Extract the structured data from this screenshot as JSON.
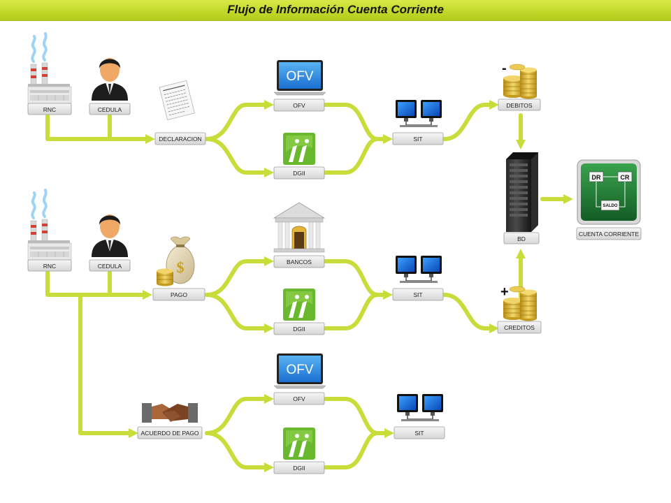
{
  "title": "Flujo de Información Cuenta Corriente",
  "colors": {
    "title_bar": "#c6dc2e",
    "connector": "#c8dc3a",
    "tag_fill": "#e6e6e6",
    "monitor": "#1f78d8",
    "dgii_green": "#6ab82e",
    "cc_green": "#1e7a34"
  },
  "labels": {
    "rnc": "RNC",
    "cedula": "CEDULA",
    "declaracion": "DECLARACION",
    "pago": "PAGO",
    "acuerdo_de_pago": "ACUERDO DE PAGO",
    "ofv": "OFV",
    "dgii": "DGII",
    "bancos": "BANCOS",
    "sit": "SIT",
    "debitos": "DEBITOS",
    "creditos": "CREDITOS",
    "bd": "BD",
    "cuenta_corriente": "CUENTA CORRIENTE"
  },
  "screen_text": {
    "ofv": "OFV"
  },
  "signs": {
    "debit": "-",
    "credit": "+"
  },
  "cuenta_corriente_panel": {
    "dr": "DR",
    "cr": "CR",
    "saldo": "SALDO"
  },
  "icons": {
    "factory": "factory-icon",
    "person": "businessman-icon",
    "document": "tax-document-icon",
    "money_bag": "money-bag-icon",
    "handshake": "handshake-icon",
    "laptop": "laptop-icon",
    "dgii": "dgii-logo-icon",
    "bank": "bank-building-icon",
    "network": "computer-network-icon",
    "coins": "coin-stack-icon",
    "server": "server-rack-icon",
    "ledger": "ledger-screen-icon"
  }
}
